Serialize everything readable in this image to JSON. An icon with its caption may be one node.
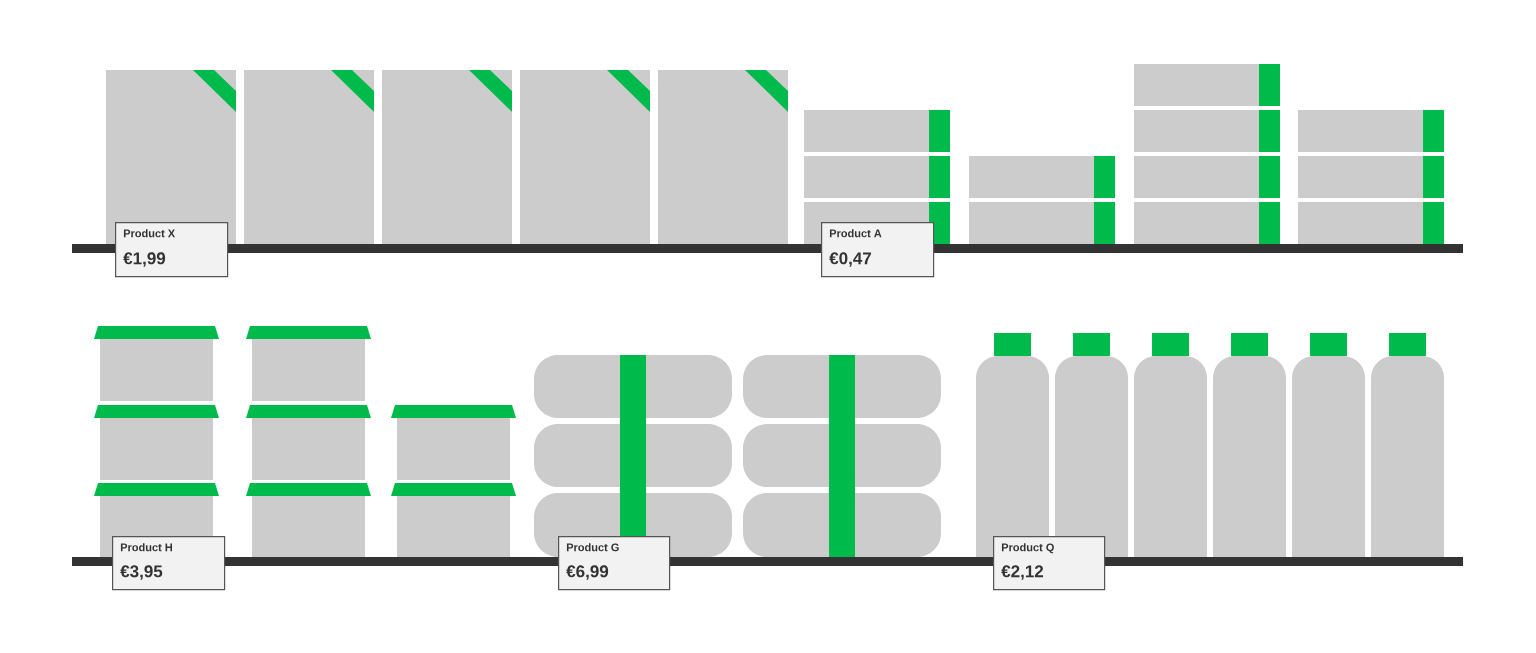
{
  "diagram": {
    "nodes": [
      {
        "text": [
          "Product X",
          "€1,99"
        ]
      },
      {
        "text": [
          "Product A",
          "€0,47"
        ]
      },
      {
        "text": [
          "Product H",
          "€3,95"
        ]
      },
      {
        "text": [
          "Product G",
          "€6,99"
        ]
      },
      {
        "text": [
          "Product Q",
          "€2,12"
        ]
      }
    ]
  }
}
